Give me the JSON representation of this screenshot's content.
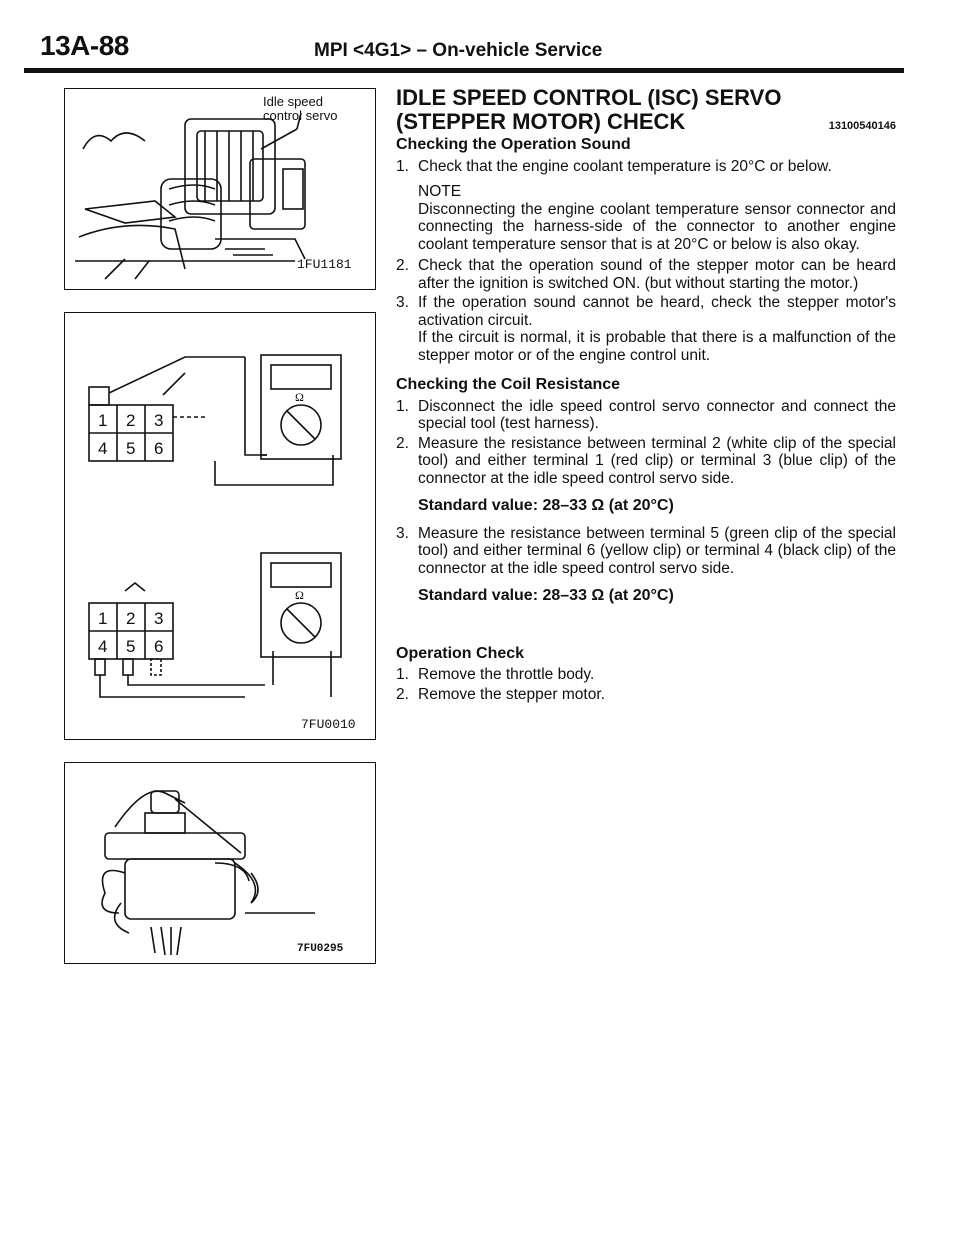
{
  "header": {
    "page_number": "13A-88",
    "section": "MPI <4G1> – On-vehicle Service"
  },
  "figures": {
    "fig1": {
      "label": "Idle speed\ncontrol servo",
      "code": "1FU1181"
    },
    "fig2": {
      "code": "7FU0010",
      "terminals_top": [
        "1",
        "2",
        "3"
      ],
      "terminals_bottom": [
        "4",
        "5",
        "6"
      ],
      "meter_unit": "Ω"
    },
    "fig3": {
      "code": "7FU0295"
    }
  },
  "main": {
    "title_line1": "IDLE SPEED CONTROL (ISC) SERVO",
    "title_line2": "(STEPPER MOTOR) CHECK",
    "doc_code": "13100540146",
    "sections": [
      {
        "heading": "Checking the Operation Sound",
        "steps": [
          {
            "no": "1.",
            "text": "Check that the engine coolant temperature is 20°C or below."
          },
          {
            "no": "2.",
            "text": "Check that the operation sound of the stepper motor can be heard after the ignition is switched ON. (but without starting the motor.)"
          },
          {
            "no": "3.",
            "text": "If the operation sound cannot be heard, check the stepper motor's activation circuit."
          }
        ],
        "note_title": "NOTE",
        "note_text": "Disconnecting the engine coolant temperature sensor connector and connecting the harness-side of the connector to another engine coolant temperature sensor that is at 20°C or below is also okay.",
        "step3_extra": "If the circuit is normal, it is probable that there is a malfunction of the stepper motor or of the engine control unit."
      },
      {
        "heading": "Checking the Coil Resistance",
        "steps": [
          {
            "no": "1.",
            "text": "Disconnect the idle speed control servo connector and connect the special tool (test harness)."
          },
          {
            "no": "2.",
            "text": "Measure the resistance between terminal 2 (white clip of the special tool) and either terminal 1 (red clip) or terminal 3 (blue clip) of the connector at the idle speed control servo side."
          },
          {
            "no": "3.",
            "text": "Measure the resistance between terminal 5 (green clip of the special tool) and either terminal 6 (yellow clip) or terminal 4 (black clip) of the connector at the idle speed control servo side."
          }
        ],
        "standard_value": "Standard value: 28–33 Ω (at 20°C)"
      },
      {
        "heading": "Operation Check",
        "steps": [
          {
            "no": "1.",
            "text": "Remove the throttle body."
          },
          {
            "no": "2.",
            "text": "Remove the stepper motor."
          }
        ]
      }
    ]
  }
}
